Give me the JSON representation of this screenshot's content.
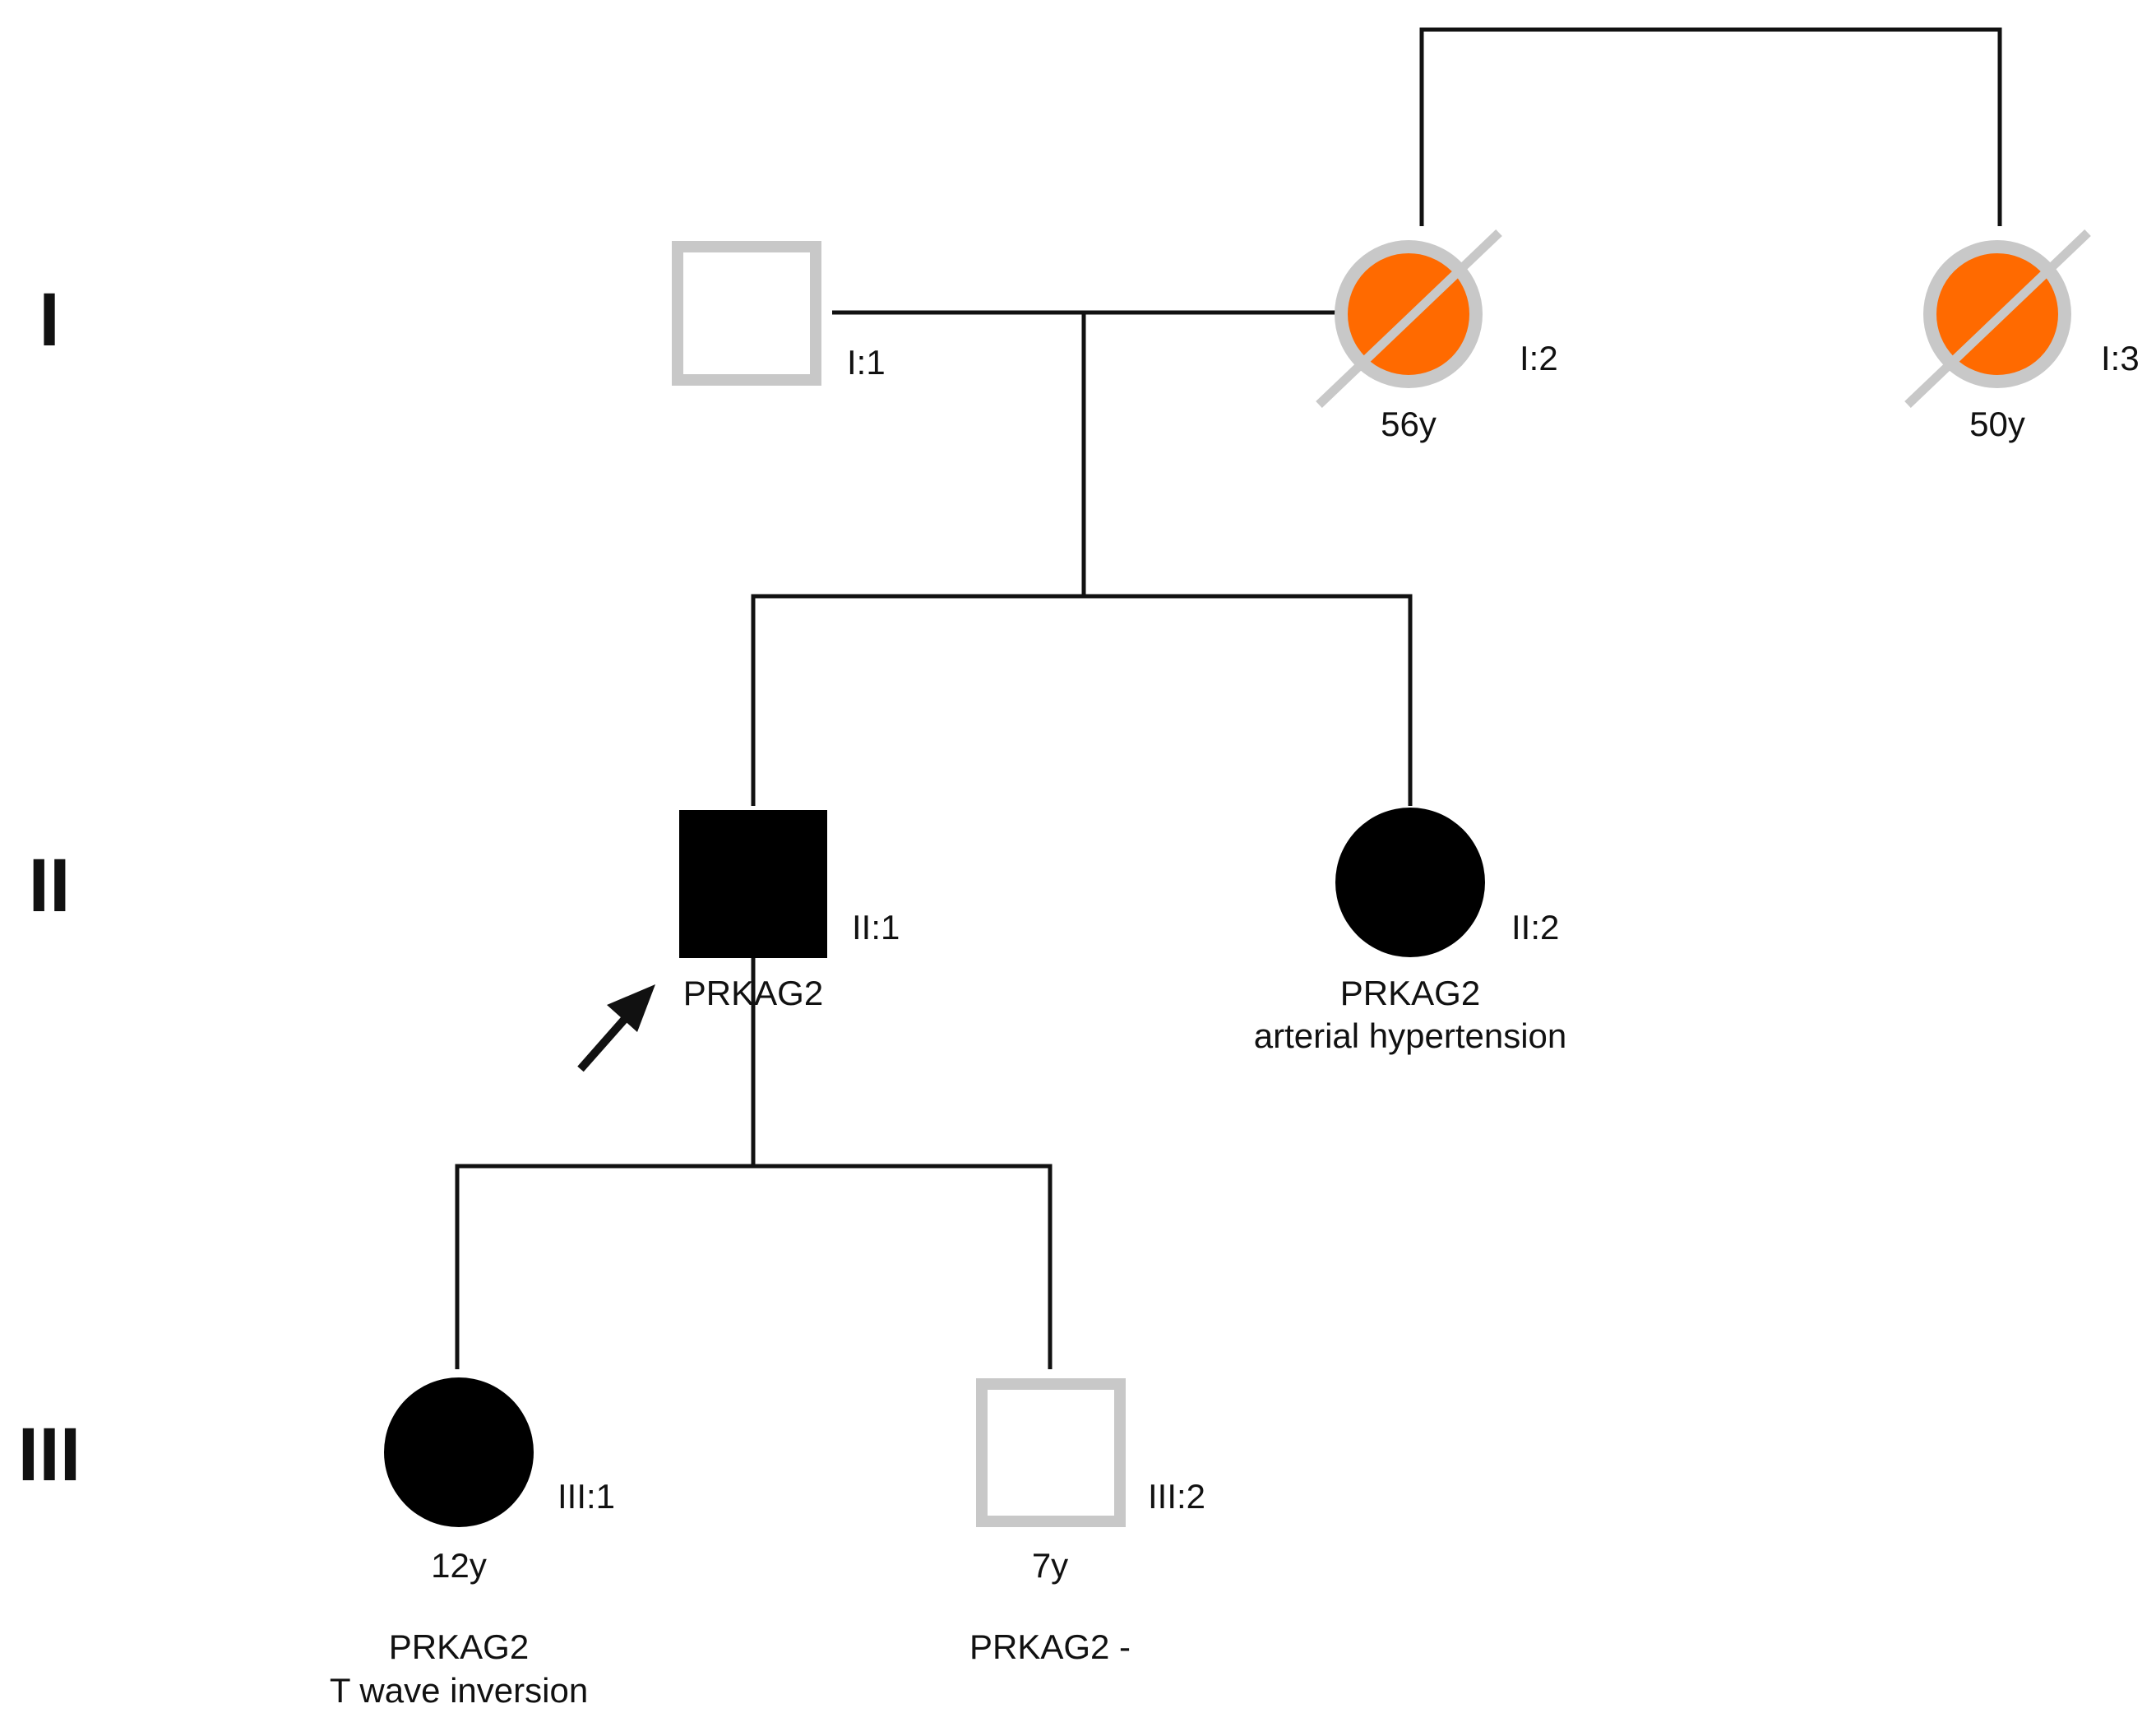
{
  "generations": [
    "I",
    "II",
    "III"
  ],
  "individuals": [
    {
      "id": "I:1",
      "sex": "male",
      "status": "unaffected",
      "age": "",
      "notes": []
    },
    {
      "id": "I:2",
      "sex": "female",
      "status": "deceased-affected",
      "age": "56y",
      "notes": []
    },
    {
      "id": "I:3",
      "sex": "female",
      "status": "deceased-affected",
      "age": "50y",
      "notes": []
    },
    {
      "id": "II:1",
      "sex": "male",
      "status": "affected",
      "proband": true,
      "age": "",
      "notes": [
        "PRKAG2"
      ]
    },
    {
      "id": "II:2",
      "sex": "female",
      "status": "affected",
      "age": "",
      "notes": [
        "PRKAG2",
        "arterial hypertension"
      ]
    },
    {
      "id": "III:1",
      "sex": "female",
      "status": "affected",
      "age": "12y",
      "notes": [
        "PRKAG2",
        "T wave inversion"
      ]
    },
    {
      "id": "III:2",
      "sex": "male",
      "status": "unaffected",
      "age": "7y",
      "notes": [
        "PRKAG2 -"
      ]
    }
  ],
  "colors": {
    "affected": "#000000",
    "unaffected_outline": "#c8c8c8",
    "deceased_fill": "#ff6a00",
    "deceased_ring": "#c8c8c8",
    "line": "#111111"
  }
}
